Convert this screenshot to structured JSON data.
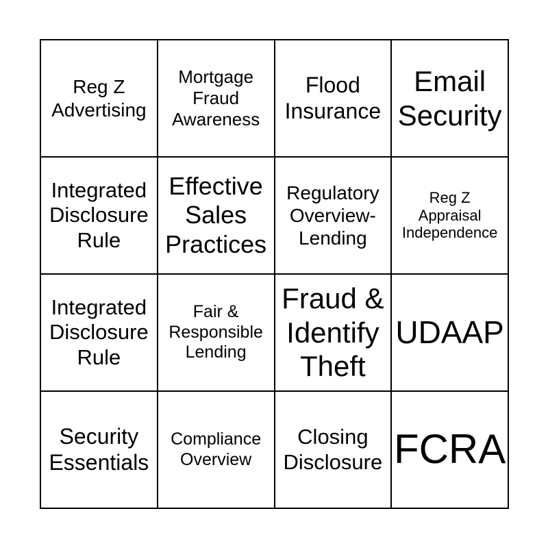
{
  "cells": [
    [
      "Reg Z",
      "Advertising"
    ],
    [
      "Mortgage",
      "Fraud",
      "Awareness"
    ],
    [
      "Flood",
      "Insurance"
    ],
    [
      "Email",
      "Security"
    ],
    [
      "Integrated",
      "Disclosure",
      "Rule"
    ],
    [
      "Effective",
      "Sales",
      "Practices"
    ],
    [
      "Regulatory",
      "Overview-",
      "Lending"
    ],
    [
      "Reg Z",
      "Appraisal",
      "Independence"
    ],
    [
      "Integrated",
      "Disclosure",
      "Rule"
    ],
    [
      "Fair &",
      "Responsible",
      "Lending"
    ],
    [
      "Fraud &",
      "Identify",
      "Theft"
    ],
    [
      "UDAAP"
    ],
    [
      "Security",
      "Essentials"
    ],
    [
      "Compliance",
      "Overview"
    ],
    [
      "Closing",
      "Disclosure"
    ],
    [
      "FCRA"
    ]
  ]
}
